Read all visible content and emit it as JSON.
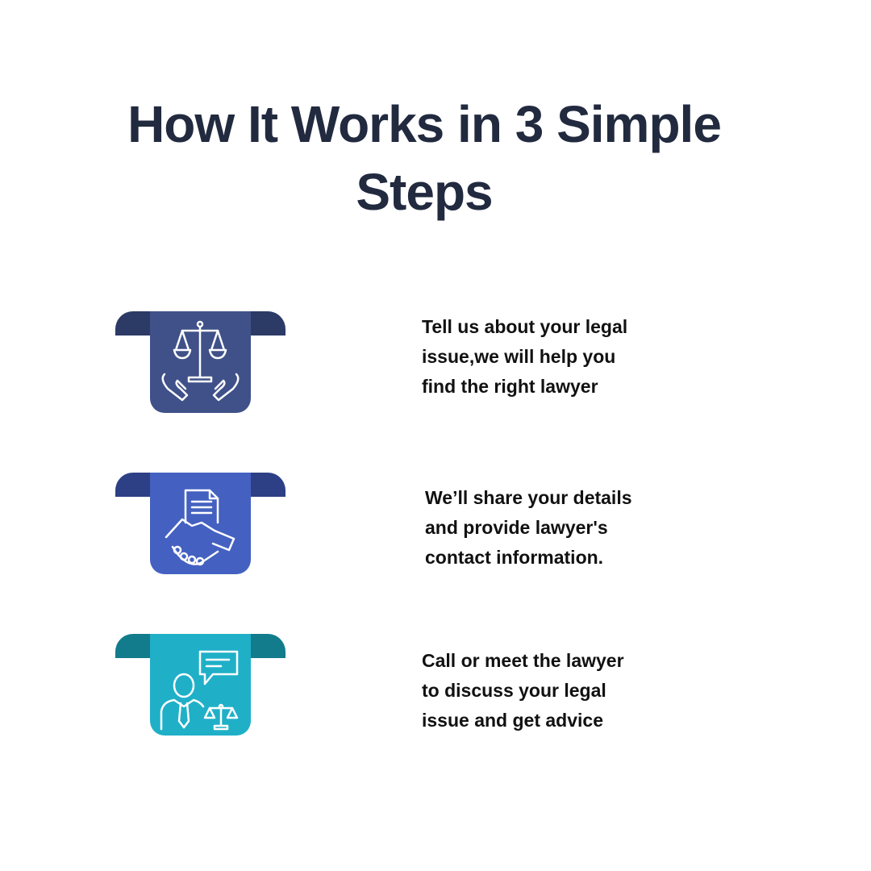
{
  "title": [
    "How It Works in 3 Simple",
    "Steps"
  ],
  "steps": [
    {
      "icon": "scales-in-hands-icon",
      "lines": [
        "Tell us about your legal",
        "issue,we will help you",
        "find the right lawyer"
      ],
      "body_color": "#3f5188",
      "tab_color": "#2c3a66"
    },
    {
      "icon": "document-handshake-icon",
      "lines": [
        "We’ll share your details",
        "and provide lawyer's",
        "contact information."
      ],
      "body_color": "#4461c1",
      "tab_color": "#2d4085"
    },
    {
      "icon": "lawyer-consultation-icon",
      "lines": [
        "Call or meet the lawyer",
        "to discuss your legal",
        "issue and get advice"
      ],
      "body_color": "#1fb0c8",
      "tab_color": "#127c8c"
    }
  ]
}
